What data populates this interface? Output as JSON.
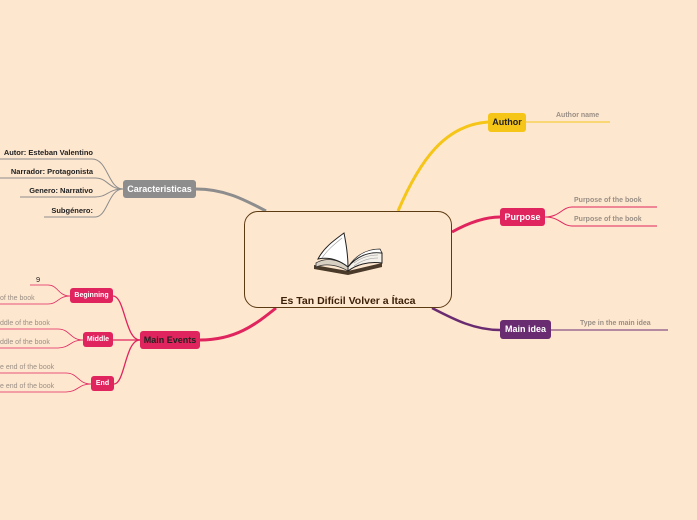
{
  "central": {
    "title": "Es Tan Difícil Volver a Ítaca",
    "icon": "open-book-icon"
  },
  "colors": {
    "background": "#fee7cf",
    "author": "#f5c518",
    "purpose": "#e0245e",
    "main_idea": "#6a2c70",
    "caracteristicas": "#8d8d8d",
    "main_events": "#e0245e",
    "sub_events": "#e0245e"
  },
  "author": {
    "label": "Author",
    "children": [
      "Author name"
    ]
  },
  "purpose": {
    "label": "Purpose",
    "children": [
      "Purpose of the book",
      "Purpose of the book"
    ]
  },
  "main_idea": {
    "label": "Main idea",
    "children": [
      "Type in the main idea"
    ]
  },
  "caracteristicas": {
    "label": "Caracteristicas",
    "children": [
      "Autor: Esteban Valentino",
      "Narrador: Protagonista",
      "Genero: Narrativo",
      "Subgénero:"
    ]
  },
  "main_events": {
    "label": "Main Events",
    "beginning": {
      "label": "Beginning",
      "children": [
        "9",
        "of the book"
      ]
    },
    "middle": {
      "label": "Middle",
      "children": [
        "ddle of the book",
        "ddle of the book"
      ]
    },
    "end": {
      "label": "End",
      "children": [
        "e end of the book",
        "e end of the book"
      ]
    }
  }
}
